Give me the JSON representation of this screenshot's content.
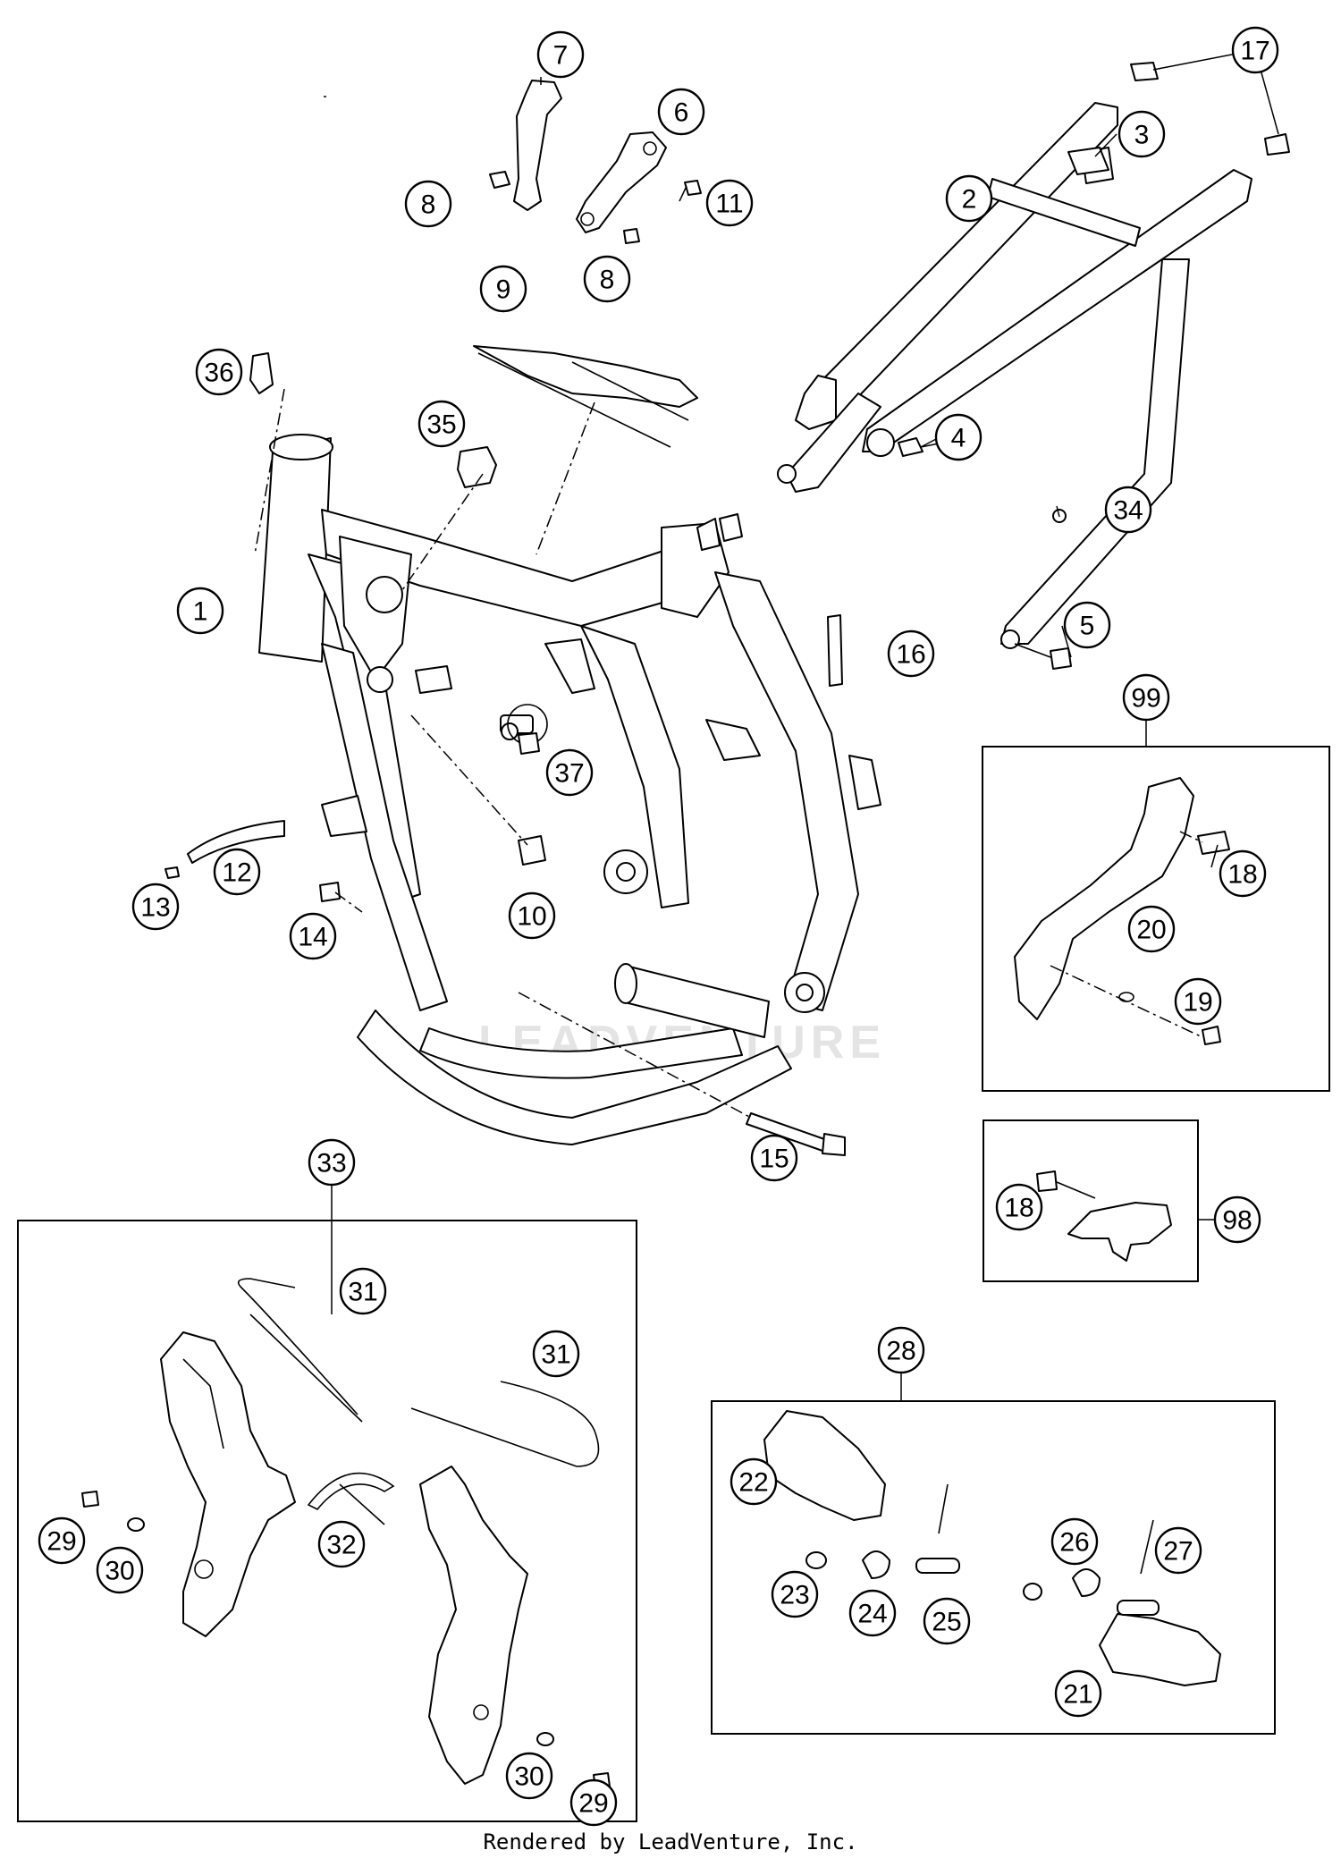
{
  "watermark": "LEADVENTURE",
  "footer": "Rendered by LeadVenture, Inc.",
  "callouts": [
    {
      "id": "c1",
      "num": "1"
    },
    {
      "id": "c2",
      "num": "2"
    },
    {
      "id": "c3",
      "num": "3"
    },
    {
      "id": "c4",
      "num": "4"
    },
    {
      "id": "c5",
      "num": "5"
    },
    {
      "id": "c6",
      "num": "6"
    },
    {
      "id": "c7",
      "num": "7"
    },
    {
      "id": "c8a",
      "num": "8"
    },
    {
      "id": "c8b",
      "num": "8"
    },
    {
      "id": "c9",
      "num": "9"
    },
    {
      "id": "c10",
      "num": "10"
    },
    {
      "id": "c11",
      "num": "11"
    },
    {
      "id": "c12",
      "num": "12"
    },
    {
      "id": "c13",
      "num": "13"
    },
    {
      "id": "c14",
      "num": "14"
    },
    {
      "id": "c15",
      "num": "15"
    },
    {
      "id": "c16",
      "num": "16"
    },
    {
      "id": "c17",
      "num": "17"
    },
    {
      "id": "c18a",
      "num": "18"
    },
    {
      "id": "c18b",
      "num": "18"
    },
    {
      "id": "c19",
      "num": "19"
    },
    {
      "id": "c20",
      "num": "20"
    },
    {
      "id": "c21",
      "num": "21"
    },
    {
      "id": "c22",
      "num": "22"
    },
    {
      "id": "c23",
      "num": "23"
    },
    {
      "id": "c24",
      "num": "24"
    },
    {
      "id": "c25",
      "num": "25"
    },
    {
      "id": "c26",
      "num": "26"
    },
    {
      "id": "c27",
      "num": "27"
    },
    {
      "id": "c28",
      "num": "28"
    },
    {
      "id": "c29a",
      "num": "29"
    },
    {
      "id": "c29b",
      "num": "29"
    },
    {
      "id": "c30a",
      "num": "30"
    },
    {
      "id": "c30b",
      "num": "30"
    },
    {
      "id": "c31a",
      "num": "31"
    },
    {
      "id": "c31b",
      "num": "31"
    },
    {
      "id": "c32",
      "num": "32"
    },
    {
      "id": "c33",
      "num": "33"
    },
    {
      "id": "c34",
      "num": "34"
    },
    {
      "id": "c35",
      "num": "35"
    },
    {
      "id": "c36",
      "num": "36"
    },
    {
      "id": "c37",
      "num": "37"
    },
    {
      "id": "c98",
      "num": "98"
    },
    {
      "id": "c99",
      "num": "99"
    }
  ]
}
